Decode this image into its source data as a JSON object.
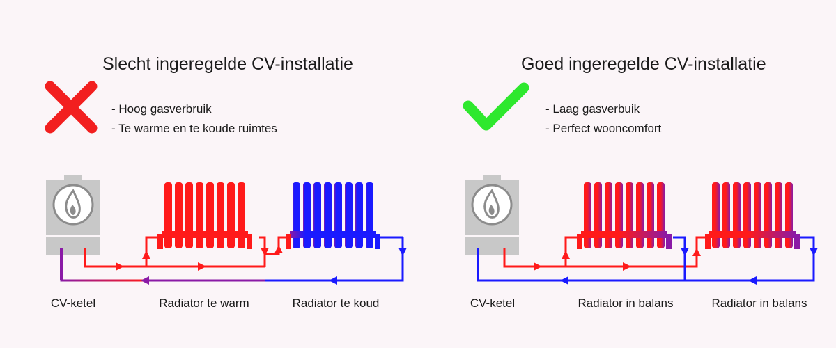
{
  "colors": {
    "hot": "#ff1a1a",
    "mid": "#8a1aa6",
    "cold": "#1a1aff",
    "boiler": "#c8c8c8",
    "cross": "#f21f1f",
    "check": "#2ee82e"
  },
  "panels": [
    {
      "id": "bad",
      "title": "Slecht ingeregelde CV-installatie",
      "status_icon": "cross-icon",
      "bullets": [
        "- Hoog gasverbruik",
        "- Te warme en te koude ruimtes"
      ],
      "captions": [
        "CV-ketel",
        "Radiator te warm",
        "Radiator te koud"
      ]
    },
    {
      "id": "good",
      "title": "Goed ingeregelde CV-installatie",
      "status_icon": "checkmark-icon",
      "bullets": [
        "- Laag gasverbuik",
        "- Perfect wooncomfort"
      ],
      "captions": [
        "CV-ketel",
        "Radiator in balans",
        "Radiator in balans"
      ]
    }
  ]
}
